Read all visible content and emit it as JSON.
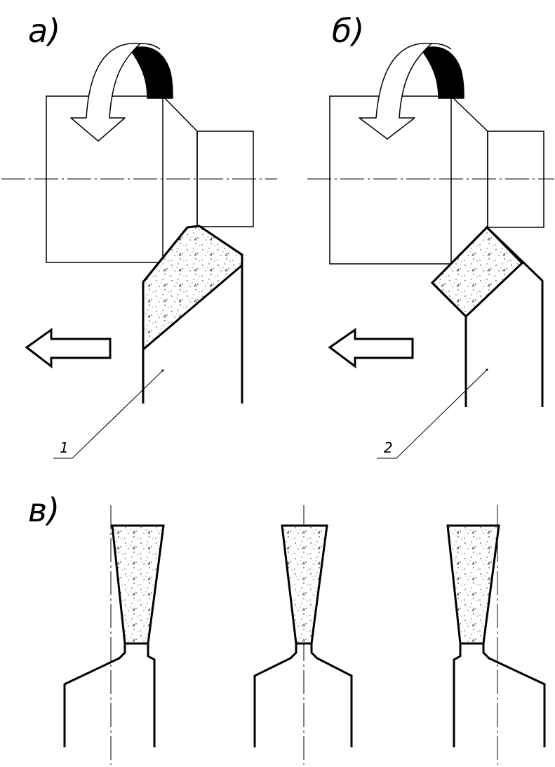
{
  "labels": {
    "a": "а)",
    "b": "б)",
    "v": "в)"
  },
  "callouts": {
    "one": "1",
    "two": "2"
  },
  "icons": {
    "rotation": "curved-rotation-arrow-icon",
    "feed": "left-feed-arrow-icon"
  },
  "colors": {
    "line": "#000000",
    "background": "#ffffff"
  }
}
